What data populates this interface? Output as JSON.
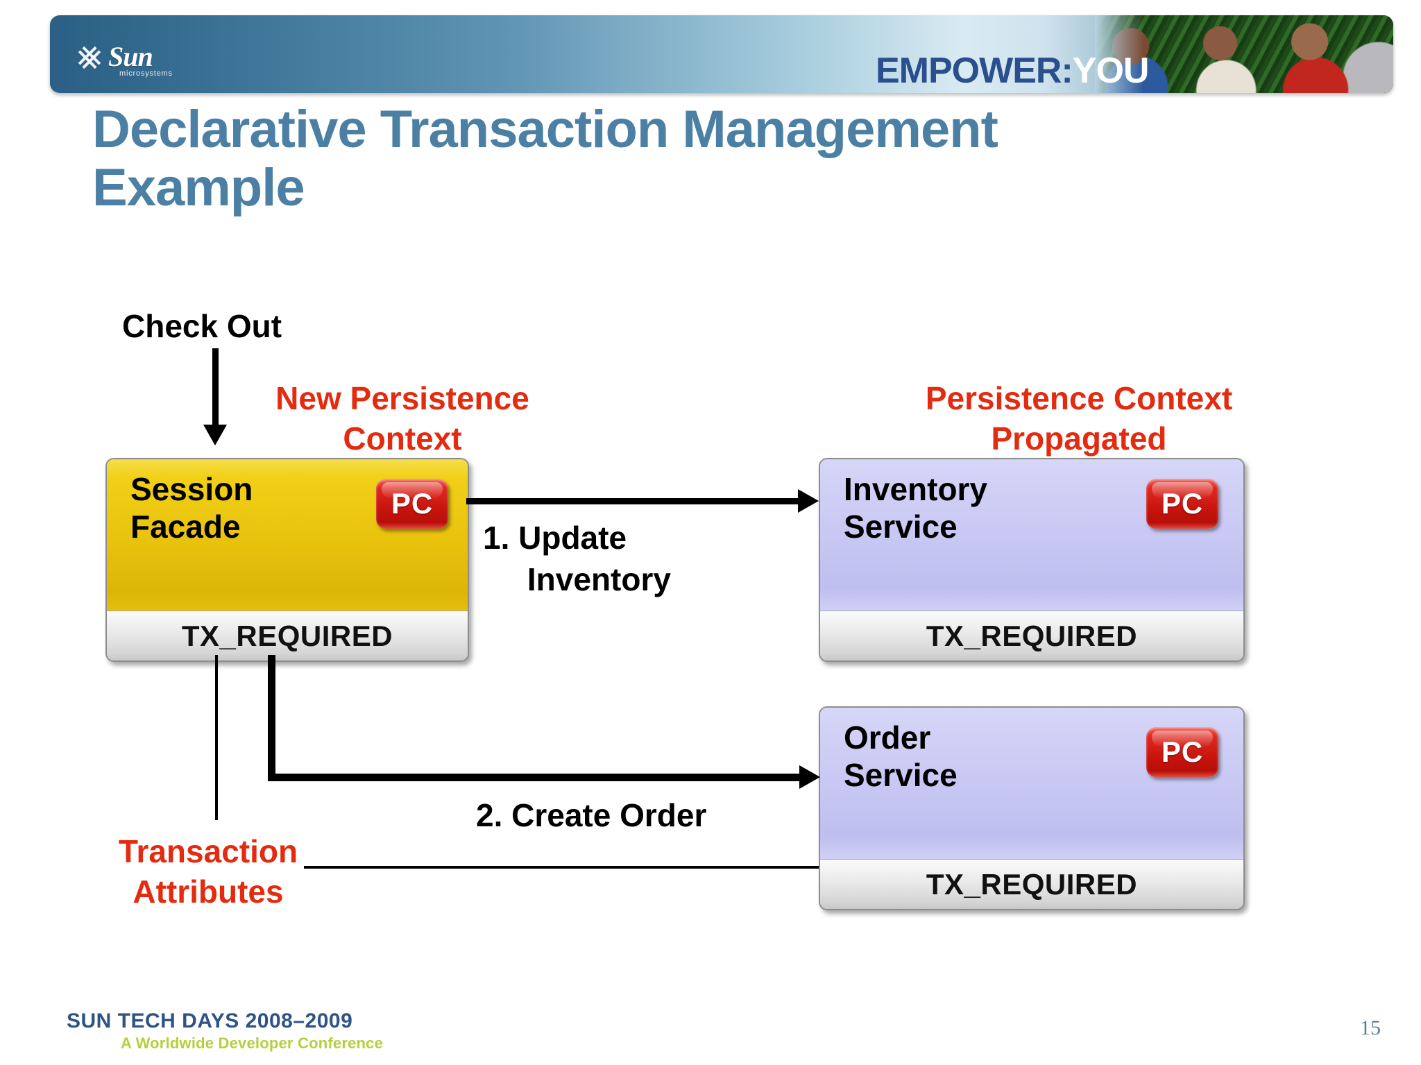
{
  "header": {
    "brand_name": "Sun",
    "brand_sub": "microsystems",
    "tagline_primary": "EMPOWER:",
    "tagline_secondary": "YOU",
    "logo_icon": "sun-diamond-logo-icon"
  },
  "slide": {
    "title": "Declarative Transaction Management Example",
    "title_color": "#4b80a4",
    "page_number": "15"
  },
  "diagram": {
    "labels": {
      "check_out": "Check Out",
      "new_persistence_context": "New Persistence\nContext",
      "persistence_context_propagated": "Persistence Context\nPropagated",
      "step1": "1. Update\n     Inventory",
      "step2": "2. Create Order",
      "transaction_attributes": "Transaction\nAttributes"
    },
    "colors": {
      "annotation_red": "#e32b10",
      "session_facade_yellow": "#e8c20d",
      "service_lavender": "#c9c9f4",
      "attribute_bar_gray": "#e9e9e9",
      "pc_badge_red": "#c7130d"
    },
    "boxes": [
      {
        "id": "session-facade",
        "name": "Session\nFacade",
        "attribute": "TX_REQUIRED",
        "badge": "PC",
        "fill": "yellow"
      },
      {
        "id": "inventory-service",
        "name": "Inventory\nService",
        "attribute": "TX_REQUIRED",
        "badge": "PC",
        "fill": "lavender"
      },
      {
        "id": "order-service",
        "name": "Order\nService",
        "attribute": "TX_REQUIRED",
        "badge": "PC",
        "fill": "lavender"
      }
    ]
  },
  "footer": {
    "conference_name": "SUN TECH DAYS",
    "conference_years": "2008–2009",
    "conference_tagline": "A Worldwide Developer Conference"
  }
}
